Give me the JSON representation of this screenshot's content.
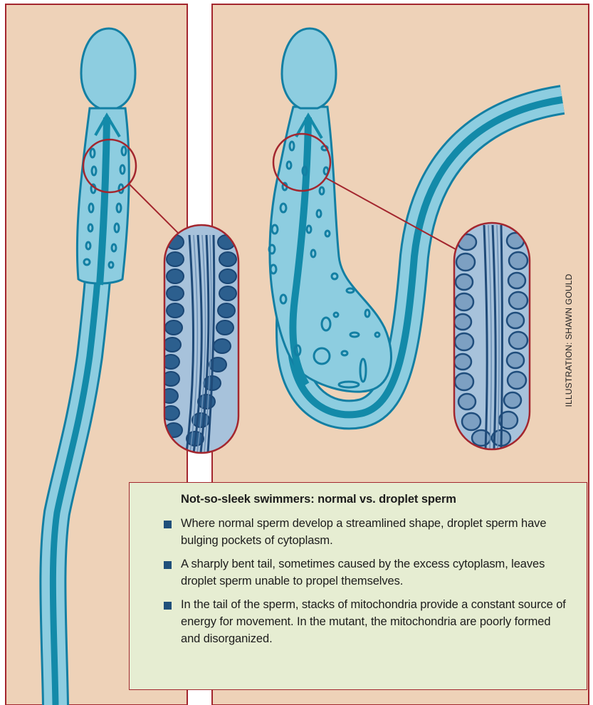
{
  "credit": "ILLUSTRATION: SHAWN GOULD",
  "caption": {
    "title": "Not-so-sleek swimmers: normal vs. droplet sperm",
    "bullets": [
      "Where normal sperm develop a streamlined shape, droplet sperm have bulging pockets of cytoplasm.",
      "A sharply bent tail, sometimes caused by the excess cytoplasm, leaves droplet sperm unable to propel themselves.",
      "In the tail of the sperm, stacks of mitochondria provide a constant source of energy for movement. In the mutant, the mitochondria are poorly formed and disorganized."
    ]
  },
  "colors": {
    "panel_fill": "#eed2b8",
    "border_red": "#a3262e",
    "cell_body": "#8dcde0",
    "cell_outline": "#137fa3",
    "tail_dark": "#138aa9",
    "micrograph_bg": "#a7c2db",
    "micrograph_dark": "#20507f",
    "caption_bg": "#e6edd2",
    "bullet": "#1f4f7a"
  }
}
